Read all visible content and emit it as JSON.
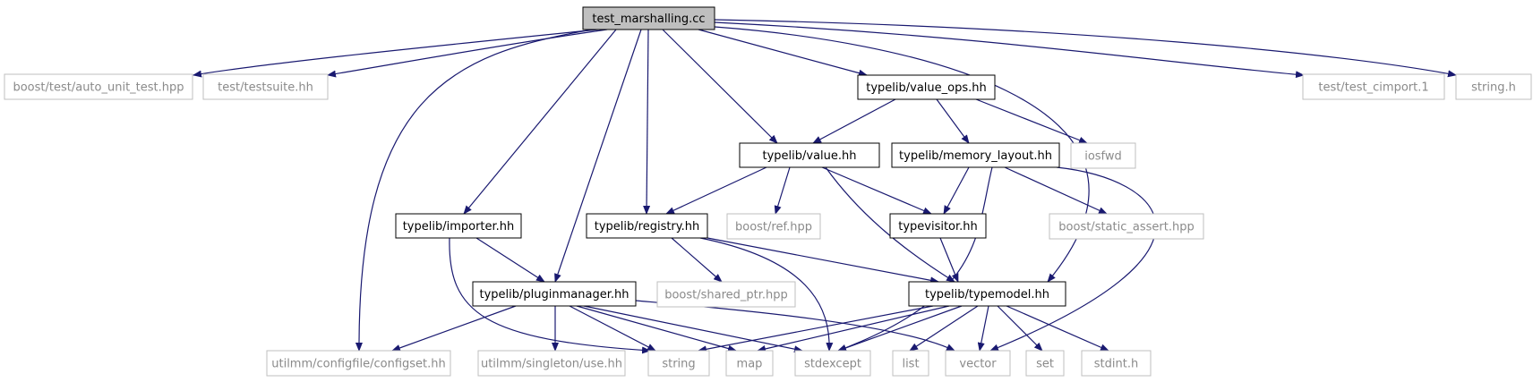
{
  "diagram": {
    "nodes": [
      {
        "id": "root",
        "label": "test_marshalling.cc",
        "kind": "root"
      },
      {
        "id": "auto_unit_test",
        "label": "boost/test/auto_unit_test.hpp",
        "kind": "external"
      },
      {
        "id": "testsuite",
        "label": "test/testsuite.hh",
        "kind": "external"
      },
      {
        "id": "value_ops",
        "label": "typelib/value_ops.hh",
        "kind": "local"
      },
      {
        "id": "test_cimport",
        "label": "test/test_cimport.1",
        "kind": "external"
      },
      {
        "id": "string_h",
        "label": "string.h",
        "kind": "external"
      },
      {
        "id": "value",
        "label": "typelib/value.hh",
        "kind": "local"
      },
      {
        "id": "memory_layout",
        "label": "typelib/memory_layout.hh",
        "kind": "local"
      },
      {
        "id": "iosfwd",
        "label": "iosfwd",
        "kind": "external"
      },
      {
        "id": "importer",
        "label": "typelib/importer.hh",
        "kind": "local"
      },
      {
        "id": "registry",
        "label": "typelib/registry.hh",
        "kind": "local"
      },
      {
        "id": "ref",
        "label": "boost/ref.hpp",
        "kind": "external"
      },
      {
        "id": "typevisitor",
        "label": "typevisitor.hh",
        "kind": "local"
      },
      {
        "id": "static_assert",
        "label": "boost/static_assert.hpp",
        "kind": "external"
      },
      {
        "id": "pluginmanager",
        "label": "typelib/pluginmanager.hh",
        "kind": "local"
      },
      {
        "id": "shared_ptr",
        "label": "boost/shared_ptr.hpp",
        "kind": "external"
      },
      {
        "id": "typemodel",
        "label": "typelib/typemodel.hh",
        "kind": "local"
      },
      {
        "id": "configset",
        "label": "utilmm/configfile/configset.hh",
        "kind": "external"
      },
      {
        "id": "singleton_use",
        "label": "utilmm/singleton/use.hh",
        "kind": "external"
      },
      {
        "id": "string",
        "label": "string",
        "kind": "external"
      },
      {
        "id": "map",
        "label": "map",
        "kind": "external"
      },
      {
        "id": "stdexcept",
        "label": "stdexcept",
        "kind": "external"
      },
      {
        "id": "list",
        "label": "list",
        "kind": "external"
      },
      {
        "id": "vector",
        "label": "vector",
        "kind": "external"
      },
      {
        "id": "set",
        "label": "set",
        "kind": "external"
      },
      {
        "id": "stdint",
        "label": "stdint.h",
        "kind": "external"
      }
    ],
    "edges": [
      [
        "root",
        "auto_unit_test"
      ],
      [
        "root",
        "testsuite"
      ],
      [
        "root",
        "value_ops"
      ],
      [
        "root",
        "test_cimport"
      ],
      [
        "root",
        "string_h"
      ],
      [
        "root",
        "value"
      ],
      [
        "root",
        "registry"
      ],
      [
        "root",
        "importer"
      ],
      [
        "root",
        "pluginmanager"
      ],
      [
        "root",
        "configset"
      ],
      [
        "root",
        "typemodel"
      ],
      [
        "value_ops",
        "value"
      ],
      [
        "value_ops",
        "memory_layout"
      ],
      [
        "value_ops",
        "iosfwd"
      ],
      [
        "value",
        "registry"
      ],
      [
        "value",
        "ref"
      ],
      [
        "value",
        "typevisitor"
      ],
      [
        "value",
        "typemodel"
      ],
      [
        "memory_layout",
        "typevisitor"
      ],
      [
        "memory_layout",
        "static_assert"
      ],
      [
        "memory_layout",
        "stdexcept"
      ],
      [
        "memory_layout",
        "vector"
      ],
      [
        "importer",
        "pluginmanager"
      ],
      [
        "importer",
        "string"
      ],
      [
        "registry",
        "shared_ptr"
      ],
      [
        "registry",
        "typemodel"
      ],
      [
        "registry",
        "stdexcept"
      ],
      [
        "typevisitor",
        "typemodel"
      ],
      [
        "pluginmanager",
        "configset"
      ],
      [
        "pluginmanager",
        "singleton_use"
      ],
      [
        "pluginmanager",
        "string"
      ],
      [
        "pluginmanager",
        "map"
      ],
      [
        "pluginmanager",
        "stdexcept"
      ],
      [
        "pluginmanager",
        "vector"
      ],
      [
        "typemodel",
        "string"
      ],
      [
        "typemodel",
        "map"
      ],
      [
        "typemodel",
        "stdexcept"
      ],
      [
        "typemodel",
        "list"
      ],
      [
        "typemodel",
        "vector"
      ],
      [
        "typemodel",
        "set"
      ],
      [
        "typemodel",
        "stdint"
      ]
    ]
  }
}
